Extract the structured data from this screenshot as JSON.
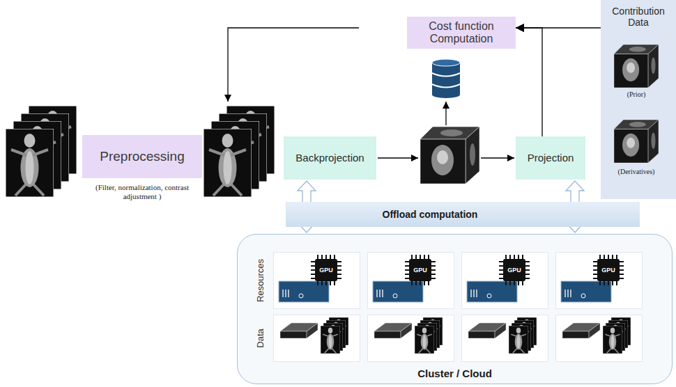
{
  "diagram": {
    "nodes": [
      {
        "text": [
          "Cost function Computation"
        ]
      },
      {
        "text": [
          "Contribution Data"
        ]
      },
      {
        "text": [
          "Preprocessing"
        ]
      },
      {
        "text": [
          "Backprojection"
        ]
      },
      {
        "text": [
          "Projection"
        ]
      },
      {
        "text": [
          "Offload computation"
        ]
      },
      {
        "text": [
          "Cluster / Cloud"
        ]
      }
    ],
    "edges": [
      {
        "from": 4,
        "to": 0,
        "arrow": "to"
      },
      {
        "from": 1,
        "to": 0,
        "arrow": "to"
      },
      {
        "from": 3,
        "to": 6,
        "arrow": "both"
      },
      {
        "from": 4,
        "to": 6,
        "arrow": "both"
      }
    ],
    "labels": [
      "(Filter, normalization, contrast adjustment )",
      "(Prior)",
      "(Derivatives)",
      "Resources",
      "Data",
      "GPU",
      "GPU",
      "GPU",
      "GPU"
    ]
  }
}
